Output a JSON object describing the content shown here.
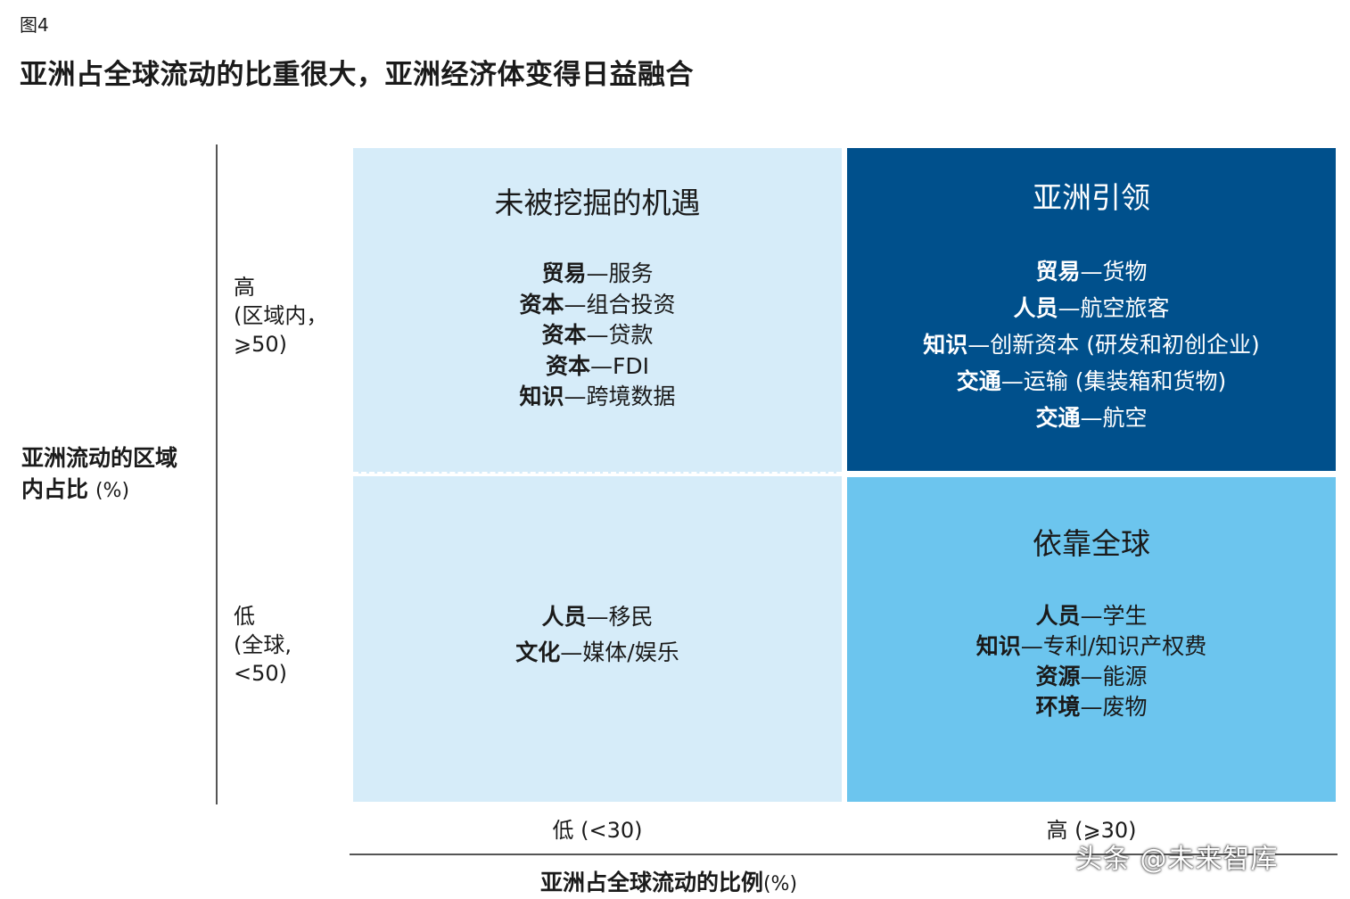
{
  "figure_label": "图4",
  "title": "亚洲占全球流动的比重很大，亚洲经济体变得日益融合",
  "y_axis": {
    "title_bold_line1": "亚洲流动的区域",
    "title_bold_line2": "内占比",
    "title_unit": "(%)",
    "high": [
      "高",
      "(区域内，",
      "⩾50)"
    ],
    "low": [
      "低",
      "(全球,",
      "<50)"
    ]
  },
  "x_axis": {
    "low": "低 (<30)",
    "high": "高 (⩾30)",
    "title_bold": "亚洲占全球流动的比例",
    "title_unit": "(%)"
  },
  "quadrants": {
    "top_left": {
      "title": "未被挖掘的机遇",
      "items": [
        {
          "bold": "贸易",
          "text": "—服务"
        },
        {
          "bold": "资本",
          "text": "—组合投资"
        },
        {
          "bold": "资本",
          "text": "—贷款"
        },
        {
          "bold": "资本",
          "text": "—FDI"
        },
        {
          "bold": "知识",
          "text": "—跨境数据"
        }
      ]
    },
    "bottom_left": {
      "items": [
        {
          "bold": "人员",
          "text": "—移民"
        },
        {
          "bold": "文化",
          "text": "—媒体/娱乐"
        }
      ]
    },
    "top_right": {
      "title": "亚洲引领",
      "items": [
        {
          "bold": "贸易",
          "text": "—货物"
        },
        {
          "bold": "人员",
          "text": "—航空旅客"
        },
        {
          "bold": "知识",
          "text": "—创新资本 (研发和初创企业)"
        },
        {
          "bold": "交通",
          "text": "—运输 (集装箱和货物)"
        },
        {
          "bold": "交通",
          "text": "—航空"
        }
      ]
    },
    "bottom_right": {
      "title": "依靠全球",
      "items": [
        {
          "bold": "人员",
          "text": "—学生"
        },
        {
          "bold": "知识",
          "text": "—专利/知识产权费"
        },
        {
          "bold": "资源",
          "text": "—能源"
        },
        {
          "bold": "环境",
          "text": "—废物"
        }
      ]
    }
  },
  "colors": {
    "light_blue": "#d6ecf9",
    "dark_blue": "#00508c",
    "medium_blue": "#6cc5ee"
  },
  "watermark": "头条 @未来智库"
}
